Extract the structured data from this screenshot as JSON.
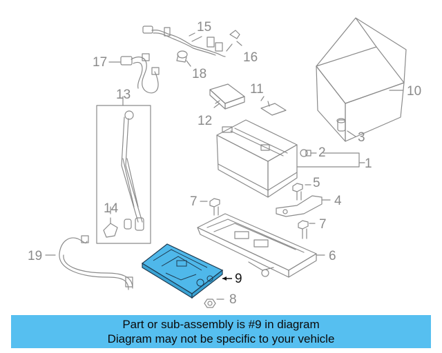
{
  "diagram": {
    "highlight_color": "#4fb8ea",
    "line_color": "#8a8a8a",
    "callouts": [
      {
        "id": "c15",
        "label": "15"
      },
      {
        "id": "c16",
        "label": "16"
      },
      {
        "id": "c17",
        "label": "17"
      },
      {
        "id": "c18",
        "label": "18"
      },
      {
        "id": "c13",
        "label": "13"
      },
      {
        "id": "c11",
        "label": "11"
      },
      {
        "id": "c12",
        "label": "12"
      },
      {
        "id": "c10",
        "label": "10"
      },
      {
        "id": "c3",
        "label": "3"
      },
      {
        "id": "c2",
        "label": "2"
      },
      {
        "id": "c1",
        "label": "1"
      },
      {
        "id": "c5",
        "label": "5"
      },
      {
        "id": "c4",
        "label": "4"
      },
      {
        "id": "c7a",
        "label": "7"
      },
      {
        "id": "c7b",
        "label": "7"
      },
      {
        "id": "c14",
        "label": "14"
      },
      {
        "id": "c6",
        "label": "6"
      },
      {
        "id": "c19",
        "label": "19"
      },
      {
        "id": "c9",
        "label": "9"
      },
      {
        "id": "c8",
        "label": "8"
      }
    ]
  },
  "banner": {
    "line1": "Part or sub-assembly is #9 in diagram",
    "line2": "Diagram may not be specific to your vehicle",
    "color": "#56bff0"
  }
}
